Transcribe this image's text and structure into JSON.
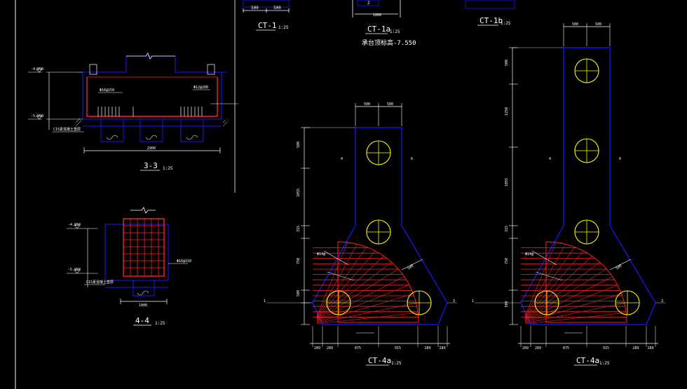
{
  "drawing": {
    "colors": {
      "background": "#000000",
      "outline": "#1a1aff",
      "rebar": "#ff2020",
      "dimension": "#ffffff",
      "pile": "#ffff00",
      "axis": "#00ff00"
    },
    "top_titles": [
      {
        "id": "ct1",
        "label": "CT-1",
        "scale": "1:25"
      },
      {
        "id": "ct1a",
        "label": "CT-1a",
        "scale": "1:25"
      },
      {
        "id": "ct1b",
        "label": "CT-1b",
        "scale": "1:25"
      }
    ],
    "ct1a_note": "承台顶标高-7.550",
    "section_33": {
      "label": "3-3",
      "scale": "1:25"
    },
    "section_44": {
      "label": "4-4",
      "scale": "1:25"
    },
    "plan_ct4a_left": {
      "label": "CT-4a",
      "scale": "1:25",
      "top_dims": [
        "500",
        "500"
      ],
      "left_dims": [
        "500",
        "1055",
        "315",
        "750",
        "500"
      ],
      "bottom_dims": [
        "289",
        "289",
        "875",
        "915",
        "289",
        "289"
      ],
      "diag_dim": "500",
      "axis_marks": [
        "1",
        "3",
        "4",
        "6"
      ],
      "rebar_note": "Φ14@"
    },
    "plan_ct4a_right": {
      "label": "CT-4a",
      "scale": "1:25",
      "top_dims": [
        "500",
        "500"
      ],
      "left_dims": [
        "500",
        "1250",
        "1055",
        "315",
        "750",
        "500"
      ],
      "bottom_dims": [
        "289",
        "289",
        "875",
        "915",
        "289",
        "289"
      ],
      "diag_dim": "500",
      "axis_marks": [
        "1",
        "3",
        "4",
        "6"
      ],
      "rebar_note": "Φ14@"
    },
    "sec33_notes": {
      "elev_top": "-4.950",
      "elev_bot": "-5.950",
      "width_dim": "2900",
      "n1": "Φ16@150",
      "n2": "Φ12@200",
      "n3": "C15素混凝土垫层"
    },
    "sec44_notes": {
      "elev_top": "-4.950",
      "elev_bot": "-5.950",
      "width_dim": "1000",
      "n1": "Φ16@150",
      "n2": "C15素混凝土垫层"
    }
  }
}
